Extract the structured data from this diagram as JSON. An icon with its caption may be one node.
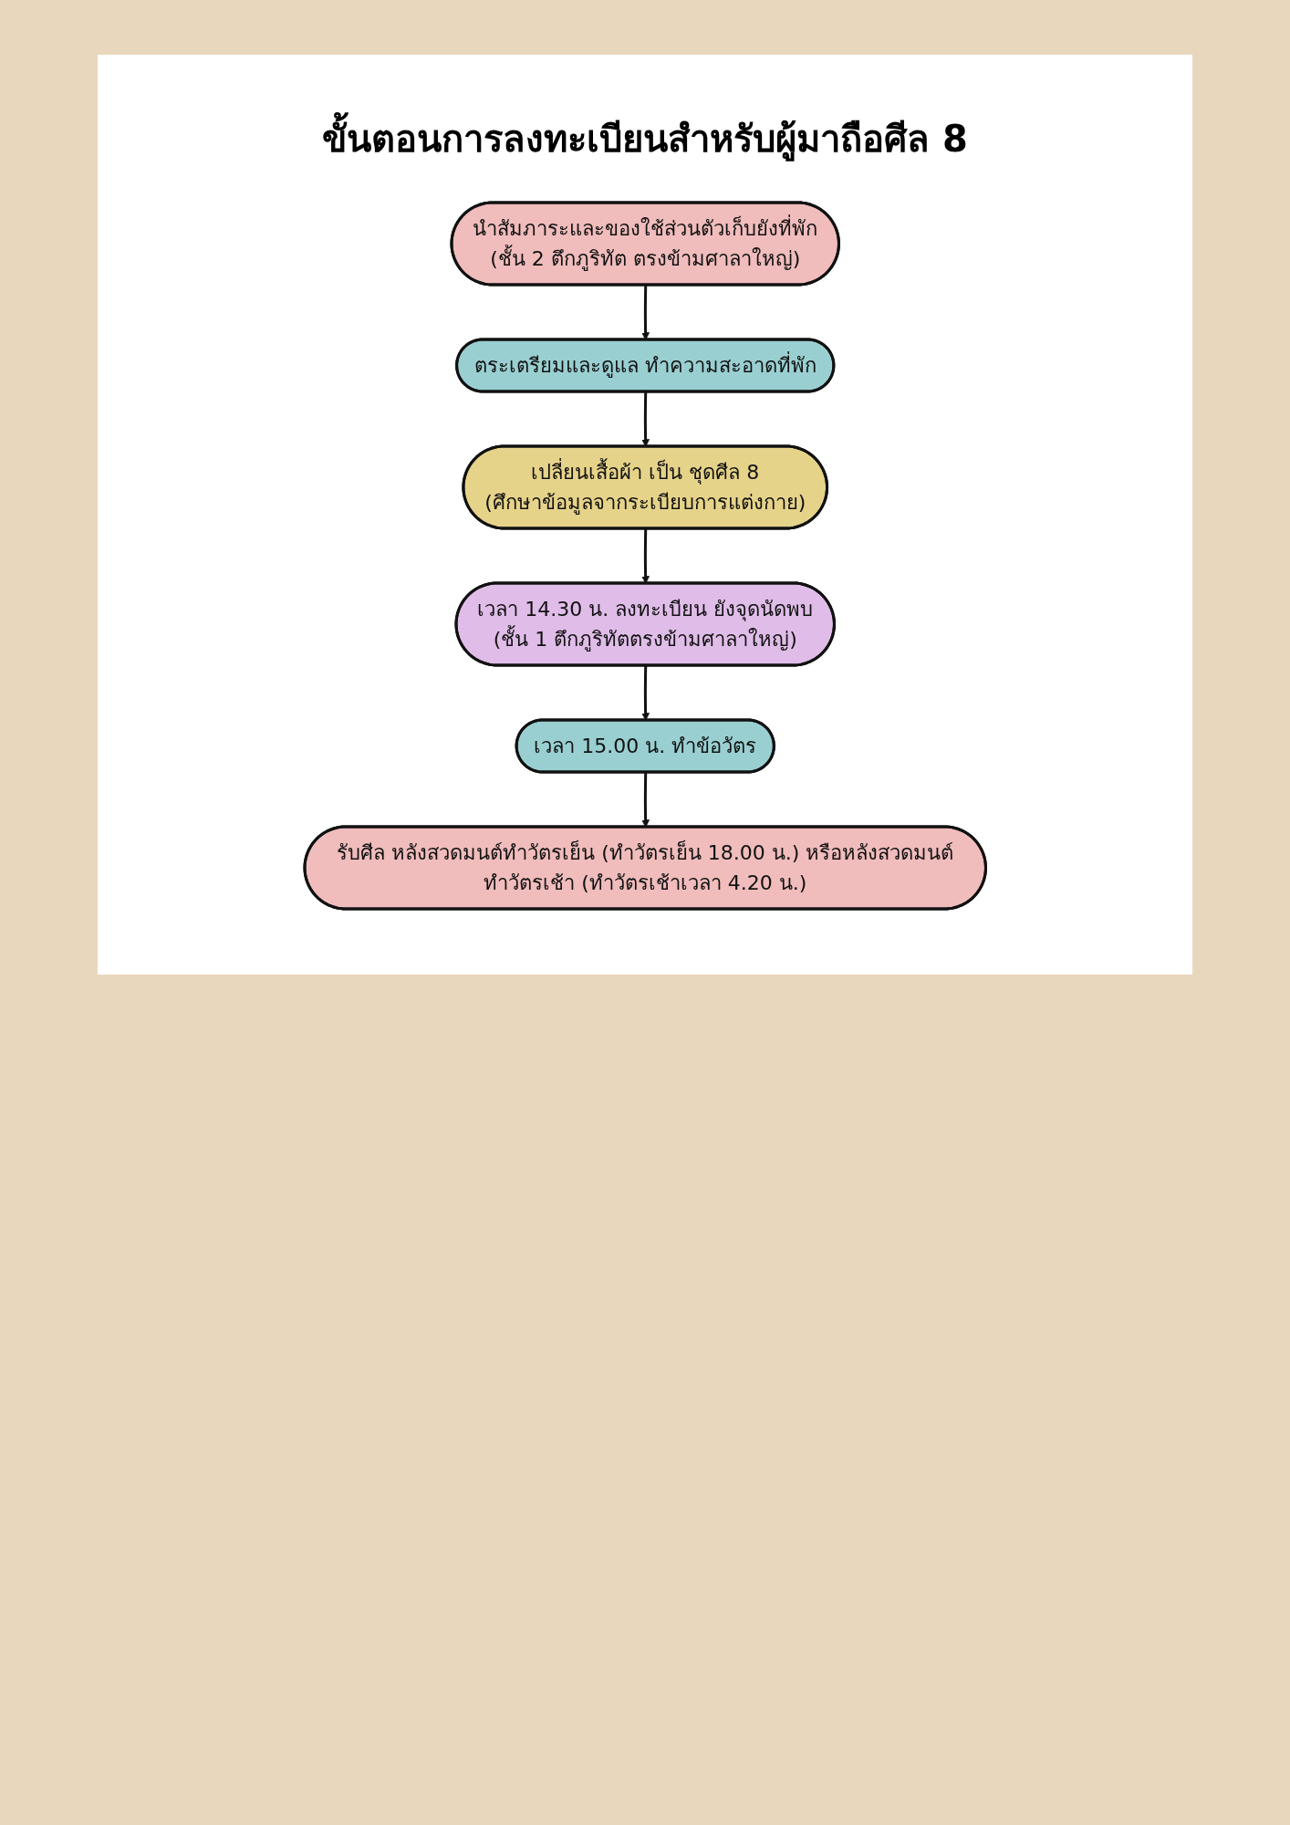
{
  "diagram": {
    "title": "ขั้นตอนการลงทะเบียนสำหรับผู้มาถือศีล 8",
    "nodes": [
      {
        "text": [
          "นำสัมภาระและของใช้ส่วนตัวเก็บยังที่พัก",
          "(ชั้น 2 ตึกภูริทัต ตรงข้ามศาลาใหญ่)"
        ]
      },
      {
        "text": [
          "ตระเตรียมและดูแล ทำความสะอาดที่พัก"
        ]
      },
      {
        "text": [
          "เปลี่ยนเสื้อผ้า เป็น ชุดศีล 8",
          "(ศึกษาข้อมูลจากระเบียบการแต่งกาย)"
        ]
      },
      {
        "text": [
          "เวลา 14.30 น. ลงทะเบียน ยังจุดนัดพบ",
          "(ชั้น 1 ตึกภูริทัตตรงข้ามศาลาใหญ่)"
        ]
      },
      {
        "text": [
          "เวลา 15.00 น. ทำข้อวัตร"
        ]
      },
      {
        "text": [
          "รับศีล หลังสวดมนต์ทำวัตรเย็น (ทำวัตรเย็น 18.00 น.) หรือหลังสวดมนต์ทำวัตรเช้า (ทำวัตรเช้าเวลา 4.20 น.)"
        ]
      }
    ],
    "edges": [
      {
        "from": 0,
        "to": 1,
        "arrow": "to"
      },
      {
        "from": 1,
        "to": 2,
        "arrow": "to"
      },
      {
        "from": 2,
        "to": 3,
        "arrow": "to"
      },
      {
        "from": 3,
        "to": 4,
        "arrow": "to"
      },
      {
        "from": 4,
        "to": 5,
        "arrow": "to"
      }
    ]
  }
}
